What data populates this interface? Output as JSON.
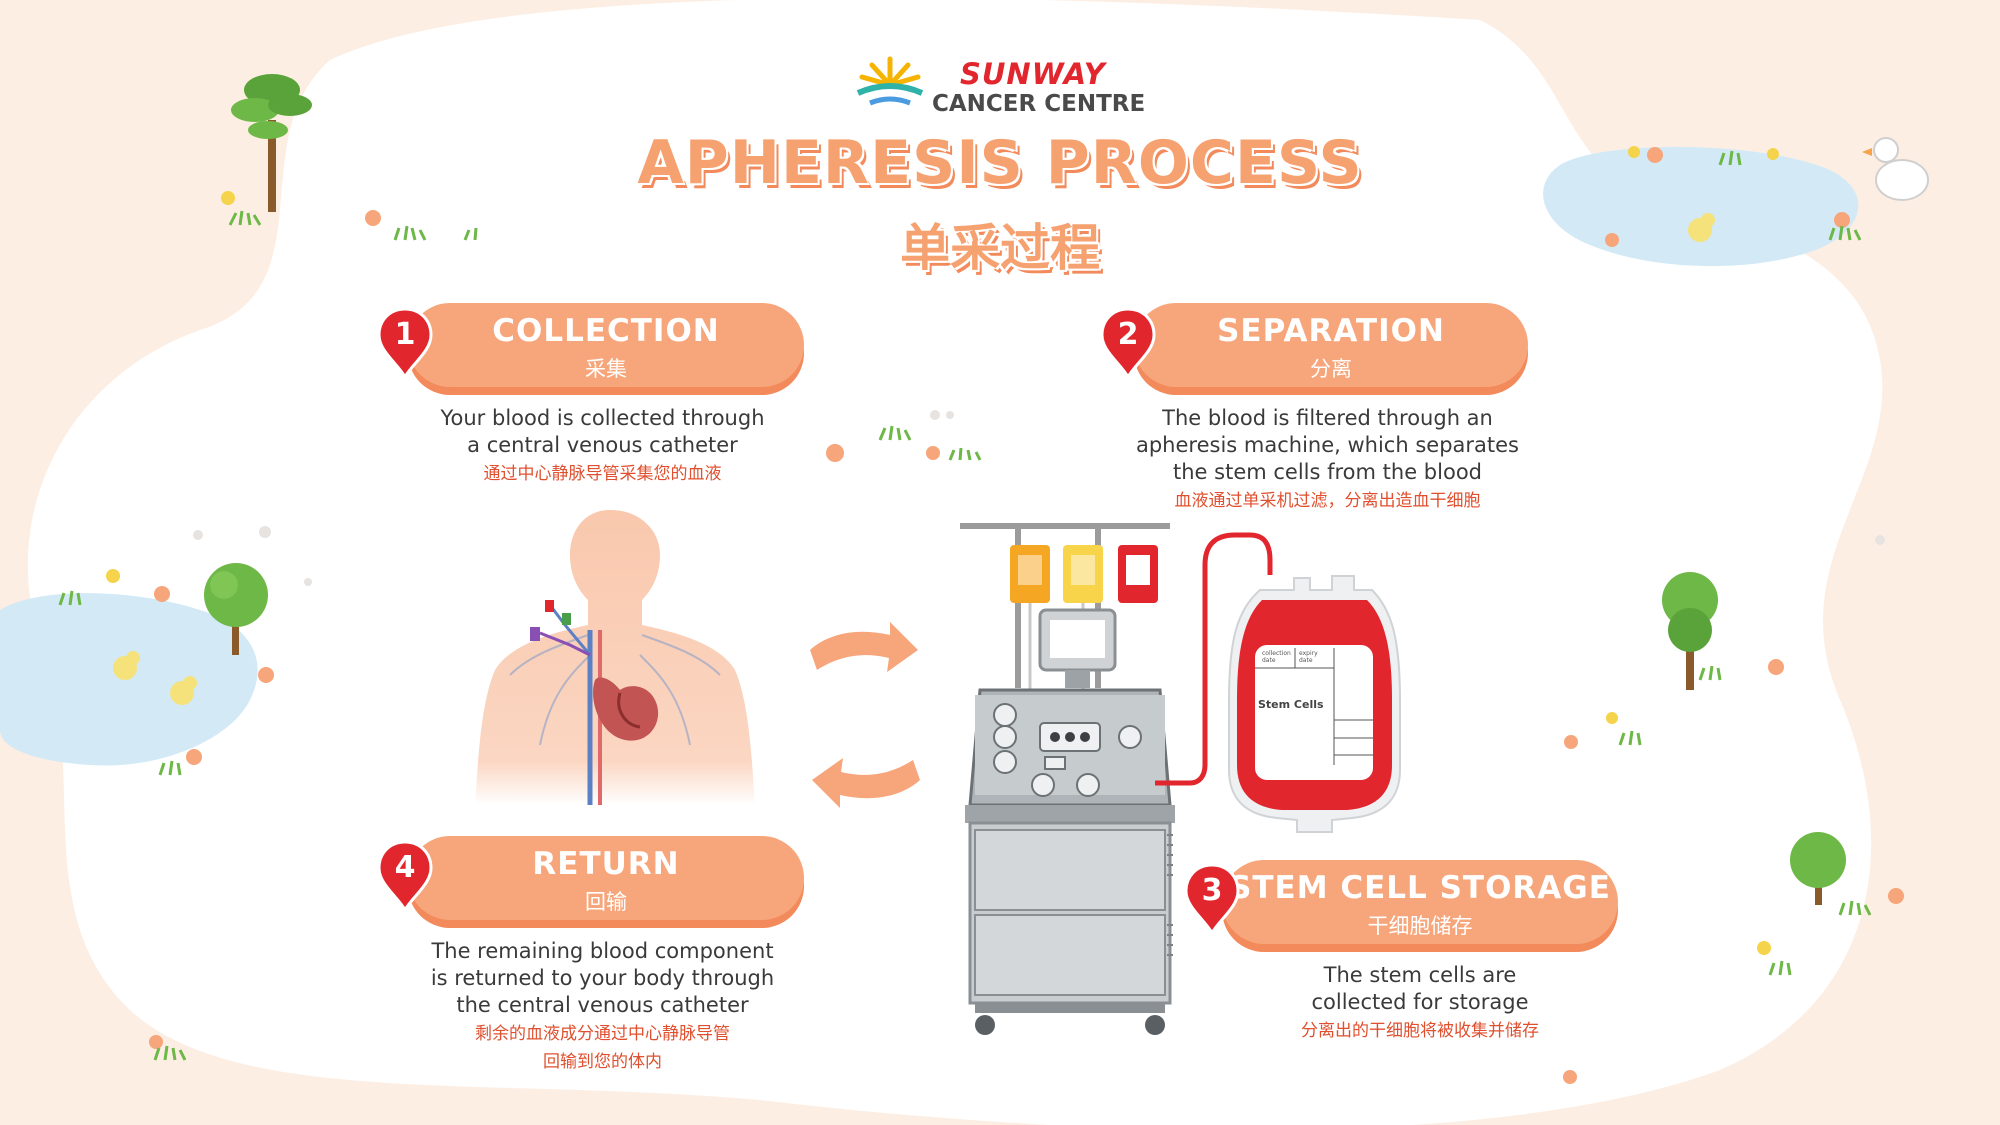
{
  "logo": {
    "brand": "SUNWAY",
    "subtitle": "CANCER CENTRE"
  },
  "title": {
    "en": "APHERESIS PROCESS",
    "zh": "单采过程"
  },
  "steps": [
    {
      "num": "1",
      "title": "COLLECTION",
      "title_zh": "采集",
      "desc_lines": [
        "Your blood is collected through",
        "a central venous catheter"
      ],
      "desc_zh": "通过中心静脉导管采集您的血液"
    },
    {
      "num": "2",
      "title": "SEPARATION",
      "title_zh": "分离",
      "desc_lines": [
        "The blood is filtered through an",
        "apheresis machine, which separates",
        "the stem cells from the blood"
      ],
      "desc_zh": "血液通过单采机过滤，分离出造血干细胞"
    },
    {
      "num": "3",
      "title": "STEM CELL STORAGE",
      "title_zh": "干细胞储存",
      "desc_lines": [
        "The stem cells are",
        "collected for storage"
      ],
      "desc_zh": "分离出的干细胞将被收集并储存"
    },
    {
      "num": "4",
      "title": "RETURN",
      "title_zh": "回输",
      "desc_lines": [
        "The remaining blood component",
        "is returned to your body through",
        "the central venous catheter"
      ],
      "desc_zh_lines": [
        "剩余的血液成分通过中心静脉导管",
        "回输到您的体内"
      ]
    }
  ],
  "blood_bag": {
    "label": "Stem Cells",
    "field1": "collection date",
    "field2": "expiry date"
  },
  "colors": {
    "accent": "#f7a57a",
    "accent_dark": "#f28a5b",
    "pin": "#e2262d",
    "chinese_text": "#e0502f"
  }
}
